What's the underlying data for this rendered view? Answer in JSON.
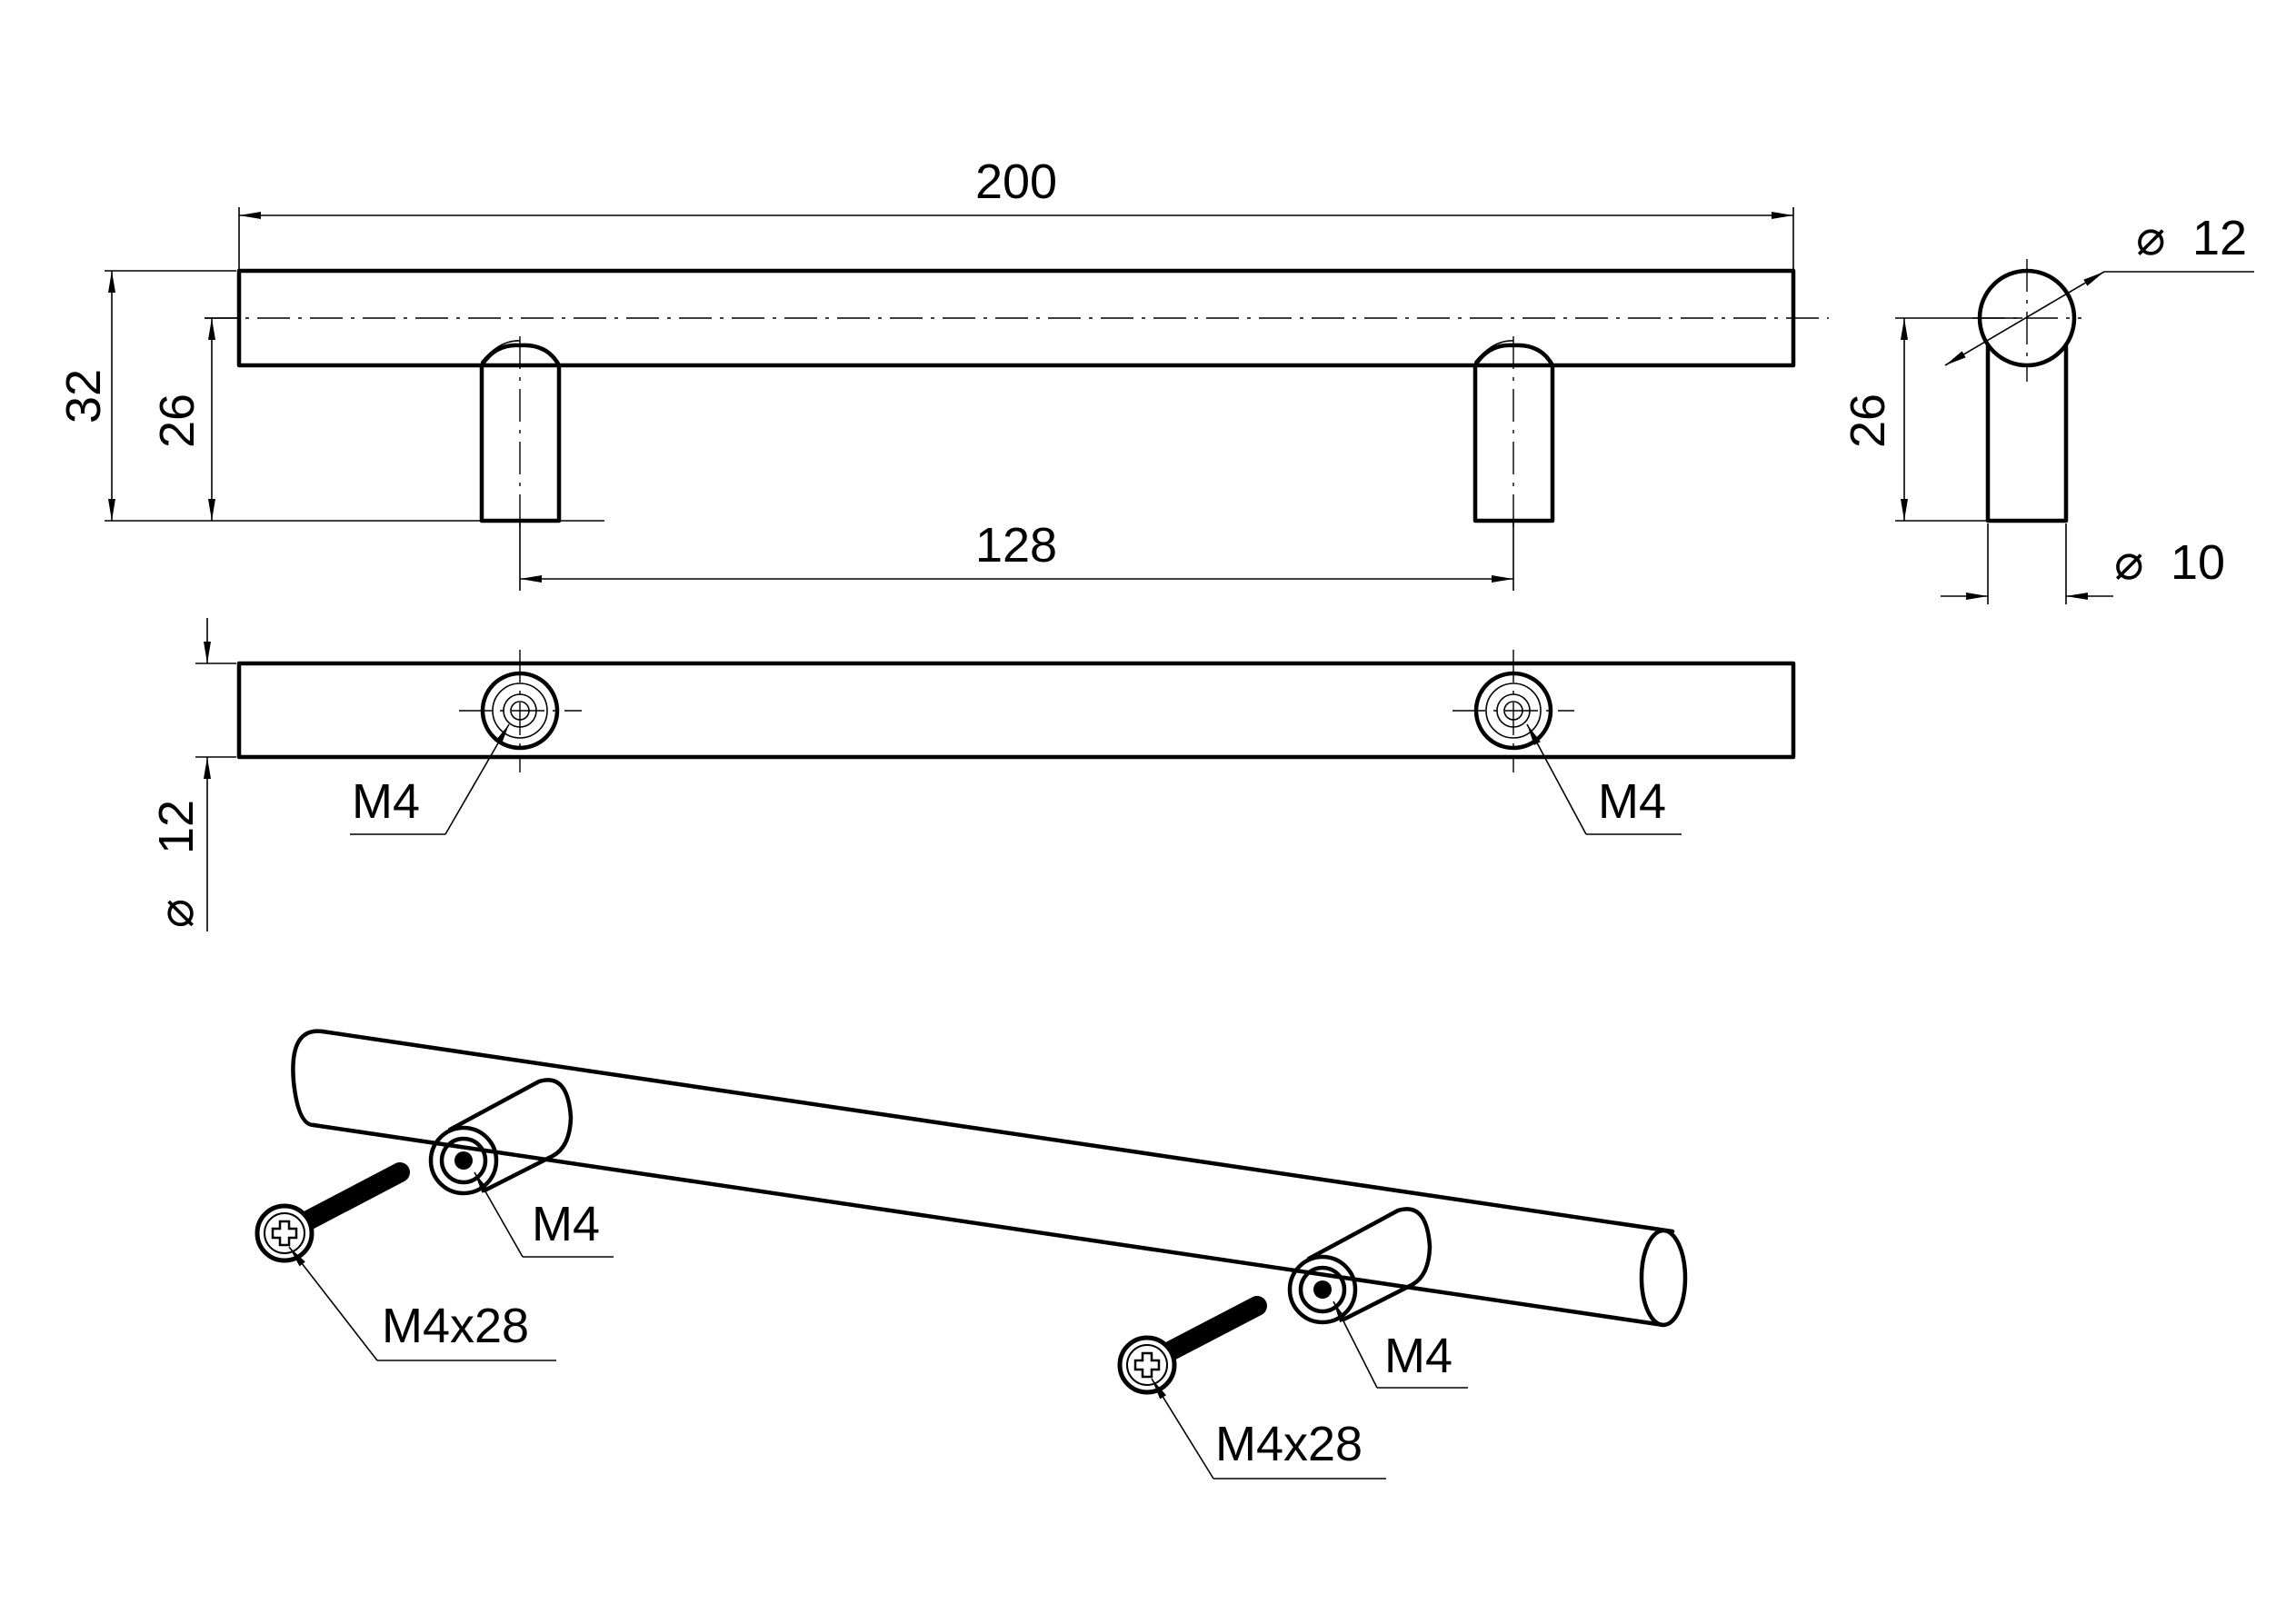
{
  "labels": {
    "overall_length": "200",
    "total_height": "32",
    "leg_height_front": "26",
    "hole_spacing": "128",
    "bar_diameter": "12",
    "leg_diameter": "10",
    "leg_height_side": "26",
    "bar_diameter_top": "12",
    "thread_left": "M4",
    "thread_right": "M4",
    "iso_thread_left": "M4",
    "iso_screw_left": "M4x28",
    "iso_thread_right": "M4",
    "iso_screw_right": "M4x28"
  },
  "symbols": {
    "diameter": "⌀"
  },
  "colors": {
    "line": "#000000",
    "background": "#ffffff"
  }
}
